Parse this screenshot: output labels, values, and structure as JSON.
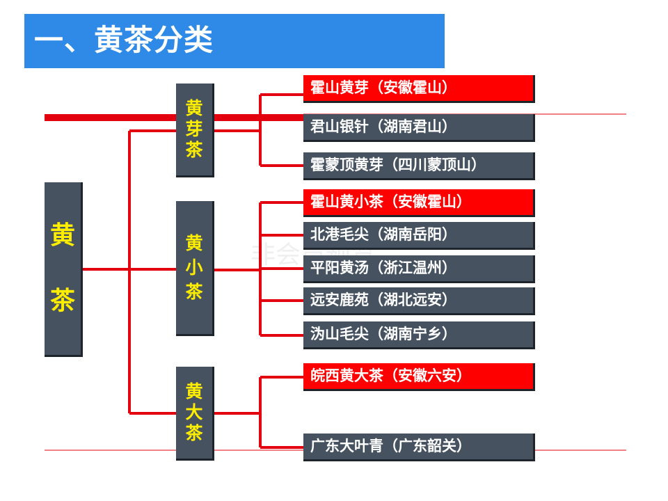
{
  "title": "一、黄茶分类",
  "watermark": "非会员预览",
  "colors": {
    "title_bg": "#2e8ae6",
    "box_bg": "#465260",
    "box_text": "#ffee00",
    "leaf_highlight": "#ff0000",
    "leaf_normal": "#465260",
    "leaf_text": "#ffffff",
    "connector": "#e3000f"
  },
  "root": {
    "chars": [
      "黄",
      "茶"
    ]
  },
  "categories": [
    {
      "chars": [
        "黄",
        "芽",
        "茶"
      ]
    },
    {
      "chars": [
        "黄",
        "小",
        "茶"
      ]
    },
    {
      "chars": [
        "黄",
        "大",
        "茶"
      ]
    }
  ],
  "items": [
    {
      "label": "霍山黄芽（安徽霍山）",
      "highlight": true
    },
    {
      "label": "君山银针（湖南君山）",
      "highlight": false
    },
    {
      "label": "霍蒙顶黄芽（四川蒙顶山）",
      "highlight": false
    },
    {
      "label": "霍山黄小茶（安徽霍山）",
      "highlight": true
    },
    {
      "label": "北港毛尖（湖南岳阳）",
      "highlight": false
    },
    {
      "label": "平阳黄汤（浙江温州）",
      "highlight": false
    },
    {
      "label": "远安鹿苑（湖北远安）",
      "highlight": false
    },
    {
      "label": "沩山毛尖（湖南宁乡）",
      "highlight": false
    },
    {
      "label": "皖西黄大茶（安徽六安）",
      "highlight": true
    },
    {
      "label": "广东大叶青（广东韶关）",
      "highlight": false
    }
  ]
}
